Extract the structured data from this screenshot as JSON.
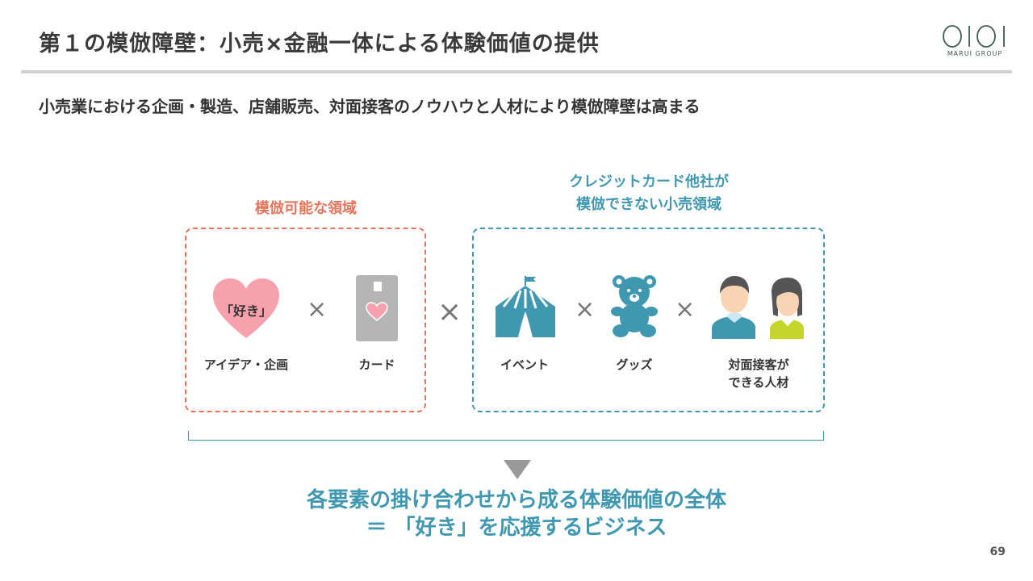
{
  "header": {
    "title": "第１の模倣障壁：小売×金融一体による体験価値の提供",
    "logo_text": "MARUI GROUP"
  },
  "subtitle": "小売業における企画・製造、店舗販売、対面接客のノウハウと人材により模倣障壁は高まる",
  "left_group": {
    "label": "模倣可能な領域",
    "items": [
      {
        "heart_text": "「好き」",
        "caption": "アイデア・企画"
      },
      {
        "caption": "カード"
      }
    ]
  },
  "right_group": {
    "label_line1": "クレジットカード他社が",
    "label_line2": "模倣できない小売領域",
    "items": [
      {
        "caption": "イベント"
      },
      {
        "caption": "グッズ"
      },
      {
        "caption_line1": "対面接客が",
        "caption_line2": "できる人材"
      }
    ]
  },
  "times": "×",
  "conclusion": {
    "line1": "各要素の掛け合わせから成る体験価値の全体",
    "line2": "＝ 「好き」を応援するビジネス"
  },
  "page_number": "69",
  "colors": {
    "orange": "#e8735a",
    "teal": "#3f98b0",
    "lime": "#c5d52a"
  }
}
